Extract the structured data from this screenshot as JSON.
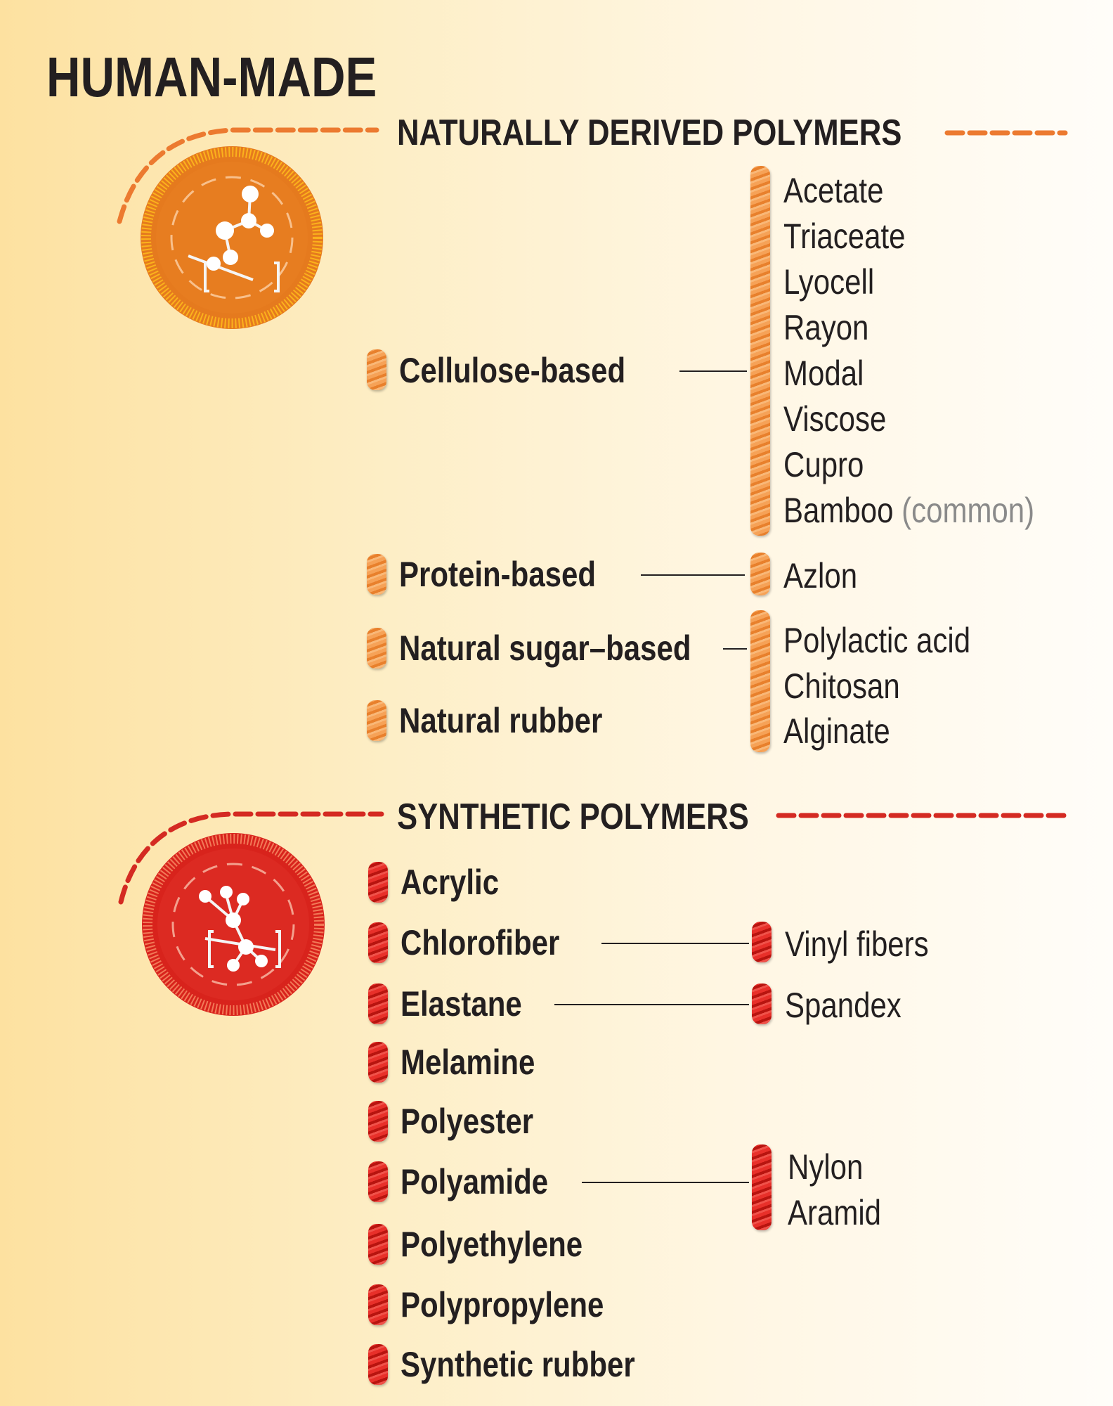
{
  "title": "HUMAN-MADE",
  "colors": {
    "natural": "#e8802c",
    "synthetic": "#d9231d"
  },
  "natural": {
    "header": "NATURALLY DERIVED POLYMERS",
    "categories": {
      "cellulose": "Cellulose-based",
      "protein": "Protein-based",
      "sugar": "Natural sugar–based",
      "rubber": "Natural rubber"
    },
    "cellulose_fibers": [
      "Acetate",
      "Triaceate",
      "Lyocell",
      "Rayon",
      "Modal",
      "Viscose",
      "Cupro",
      "Bamboo"
    ],
    "bamboo_note": "(common)",
    "protein_fibers": [
      "Azlon"
    ],
    "sugar_fibers": [
      "Polylactic acid",
      "Chitosan",
      "Alginate"
    ]
  },
  "synthetic": {
    "header": "SYNTHETIC POLYMERS",
    "categories": [
      "Acrylic",
      "Chlorofiber",
      "Elastane",
      "Melamine",
      "Polyester",
      "Polyamide",
      "Polyethylene",
      "Polypropylene",
      "Synthetic rubber"
    ],
    "chlorofiber_fibers": [
      "Vinyl fibers"
    ],
    "elastane_fibers": [
      "Spandex"
    ],
    "polyamide_fibers": [
      "Nylon",
      "Aramid"
    ]
  }
}
